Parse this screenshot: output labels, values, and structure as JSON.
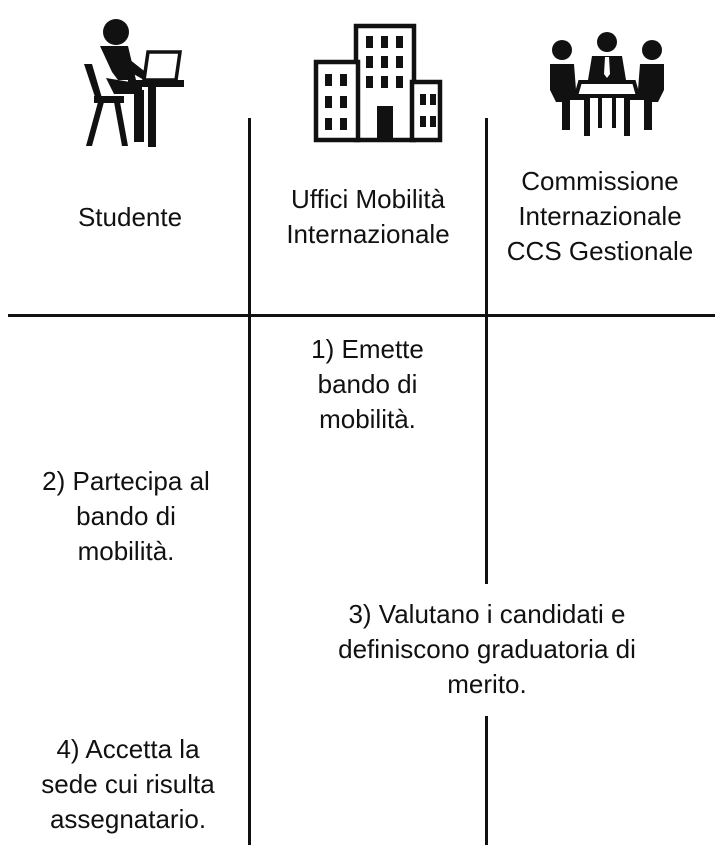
{
  "lanes": [
    {
      "id": "student",
      "header": "Studente",
      "icon": "student-at-computer-icon"
    },
    {
      "id": "mobility-office",
      "header": "Uffici Mobilità\nInternazionale",
      "icon": "office-building-icon"
    },
    {
      "id": "commission",
      "header": "Commissione\nInternazionale\nCCS Gestionale",
      "icon": "meeting-committee-icon"
    }
  ],
  "steps": [
    {
      "number": 1,
      "text": "1) Emette\nbando di\nmobilità."
    },
    {
      "number": 2,
      "text": "2) Partecipa al\nbando di\nmobilità."
    },
    {
      "number": 3,
      "text": "3) Valutano i candidati e\ndefiniscono graduatoria di\nmerito."
    },
    {
      "number": 4,
      "text": "4) Accetta la\nsede cui risulta\nassegnatario."
    }
  ],
  "colors": {
    "ink": "#111111",
    "background": "#ffffff"
  }
}
